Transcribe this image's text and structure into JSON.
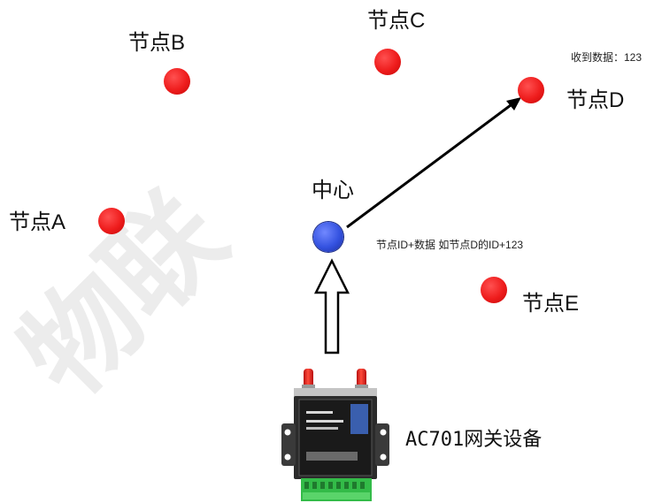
{
  "watermark": "物联",
  "nodes": [
    {
      "label": "节点A"
    },
    {
      "label": "节点B"
    },
    {
      "label": "节点C"
    },
    {
      "label": "节点D"
    },
    {
      "label": "节点E"
    }
  ],
  "center": {
    "label": "中心"
  },
  "annotations": {
    "received": "收到数据：123",
    "payload": "节点ID+数据 如节点D的ID+123"
  },
  "gateway": {
    "label": "AC701网关设备"
  },
  "colors": {
    "node": "#ee1c1c",
    "center": "#3452e0",
    "arrow": "#000000",
    "antenna": "#e02020",
    "terminal_block": "#33bb48",
    "device_body": "#2b2b2b"
  }
}
